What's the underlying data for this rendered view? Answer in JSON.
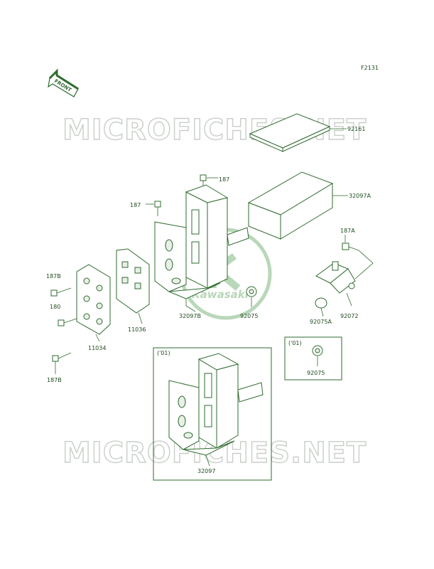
{
  "figure_code": "F2131",
  "watermark_text": "MICROFICHES.NET",
  "front_label": "FRONT",
  "logo_text": "Kawasaki",
  "colors": {
    "line": "#2e6b2e",
    "text": "#1f4a1f",
    "watermark": "#c9cfc9"
  },
  "labels": {
    "p92161": "92161",
    "p187_top": "187",
    "p32097A": "32097A",
    "p187_left": "187",
    "p187A": "187A",
    "p187B_a": "187B",
    "p180": "180",
    "p11034": "11034",
    "p11036": "11036",
    "p32097B": "32097B",
    "p92075_a": "92075",
    "p92075A": "92075A",
    "p92072": "92072",
    "p187B_b": "187B",
    "p92075_b": "92075",
    "p32097": "32097"
  },
  "inset_labels": {
    "inset_main": "('01)",
    "inset_small": "('01)"
  }
}
